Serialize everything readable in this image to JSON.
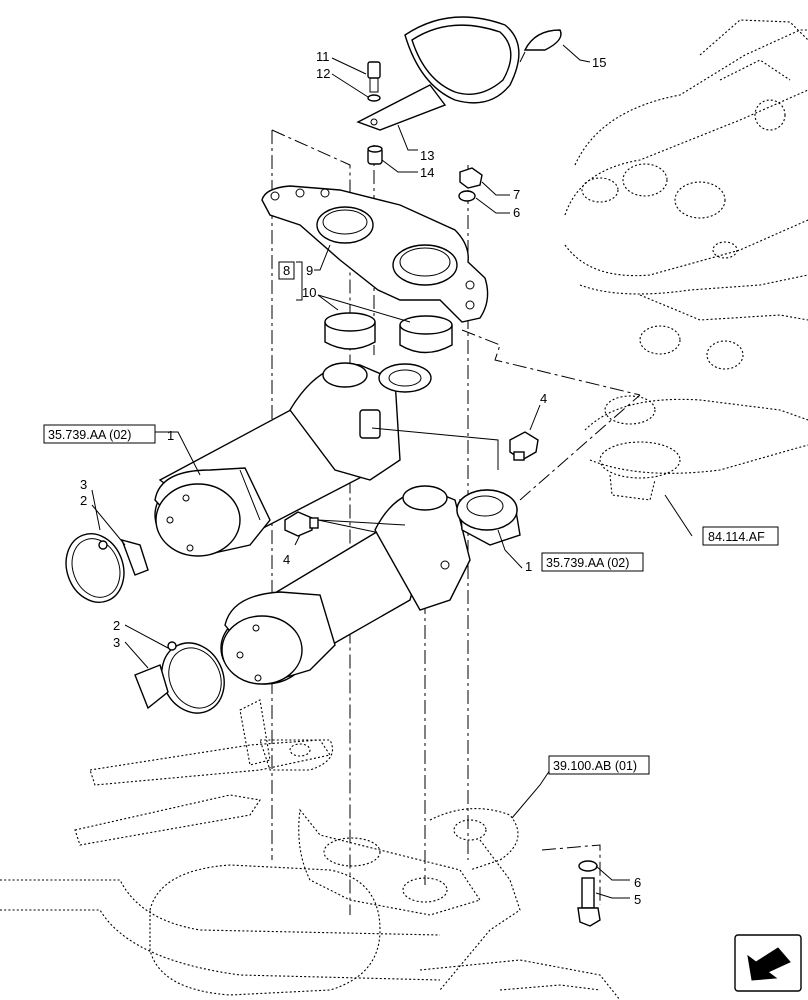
{
  "callouts": {
    "c1a": "1",
    "c1b": "1",
    "c2a": "2",
    "c2b": "2",
    "c3a": "3",
    "c3b": "3",
    "c4a": "4",
    "c4b": "4",
    "c5": "5",
    "c6a": "6",
    "c6b": "6",
    "c7": "7",
    "c8": "8",
    "c9": "9",
    "c10": "10",
    "c11": "11",
    "c12": "12",
    "c13": "13",
    "c14": "14",
    "c15": "15"
  },
  "references": {
    "ref_cyl_left": "35.739.AA (02)",
    "ref_cyl_right": "35.739.AA (02)",
    "ref_axle": "84.114.AF",
    "ref_frame": "39.100.AB (01)"
  },
  "icons": {
    "nav_arrow": "arrow-down-left-icon"
  }
}
